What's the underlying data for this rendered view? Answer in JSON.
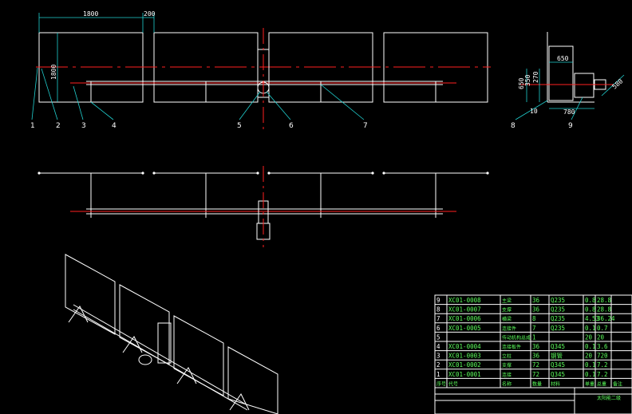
{
  "colors": {
    "background": "#000000",
    "outline": "#ffffff",
    "centerline": "#ff2020",
    "leader": "#20d0d0",
    "table_text": "#5cff5c"
  },
  "dimensions": {
    "panel_width": "1800",
    "gap": "200",
    "panel_height": "1800",
    "side_650": "650",
    "side_270": "270",
    "side_650b": "650",
    "side_350": "350",
    "side_10": "10",
    "side_780": "780",
    "side_580": "580"
  },
  "callouts": [
    "1",
    "2",
    "3",
    "4",
    "5",
    "6",
    "7",
    "8",
    "9"
  ],
  "bom": {
    "rows": [
      {
        "no": "9",
        "code": "XC01-0008",
        "name": "主梁",
        "qty": "36",
        "mat": "Q235",
        "unit": "0.8",
        "total": "28.8"
      },
      {
        "no": "8",
        "code": "XC01-0007",
        "name": "支撑",
        "qty": "36",
        "mat": "Q235",
        "unit": "0.8",
        "total": "28.8"
      },
      {
        "no": "7",
        "code": "XC01-0006",
        "name": "横梁",
        "qty": "8",
        "mat": "Q235",
        "unit": "4.53",
        "total": "36.24"
      },
      {
        "no": "6",
        "code": "XC01-0005",
        "name": "连接件",
        "qty": "7",
        "mat": "Q235",
        "unit": "0.1",
        "total": "0.7"
      },
      {
        "no": "5",
        "code": "",
        "name": "传动机构总成",
        "qty": "1",
        "mat": "",
        "unit": "20",
        "total": "20"
      },
      {
        "no": "4",
        "code": "XC01-0004",
        "name": "连接板件",
        "qty": "36",
        "mat": "Q345",
        "unit": "0.1",
        "total": "3.6"
      },
      {
        "no": "3",
        "code": "XC01-0003",
        "name": "立柱",
        "qty": "36",
        "mat": "钢管",
        "unit": "20",
        "total": "720"
      },
      {
        "no": "2",
        "code": "XC01-0002",
        "name": "支撑",
        "qty": "72",
        "mat": "Q345",
        "unit": "0.1",
        "total": "7.2"
      },
      {
        "no": "1",
        "code": "XC01-0001",
        "name": "连接",
        "qty": "72",
        "mat": "Q345",
        "unit": "0.1",
        "total": "7.2"
      }
    ],
    "headers": [
      "序号",
      "代号",
      "名称",
      "数量",
      "材料",
      "单重",
      "总重",
      "备注"
    ],
    "title": "太阳能二级"
  }
}
